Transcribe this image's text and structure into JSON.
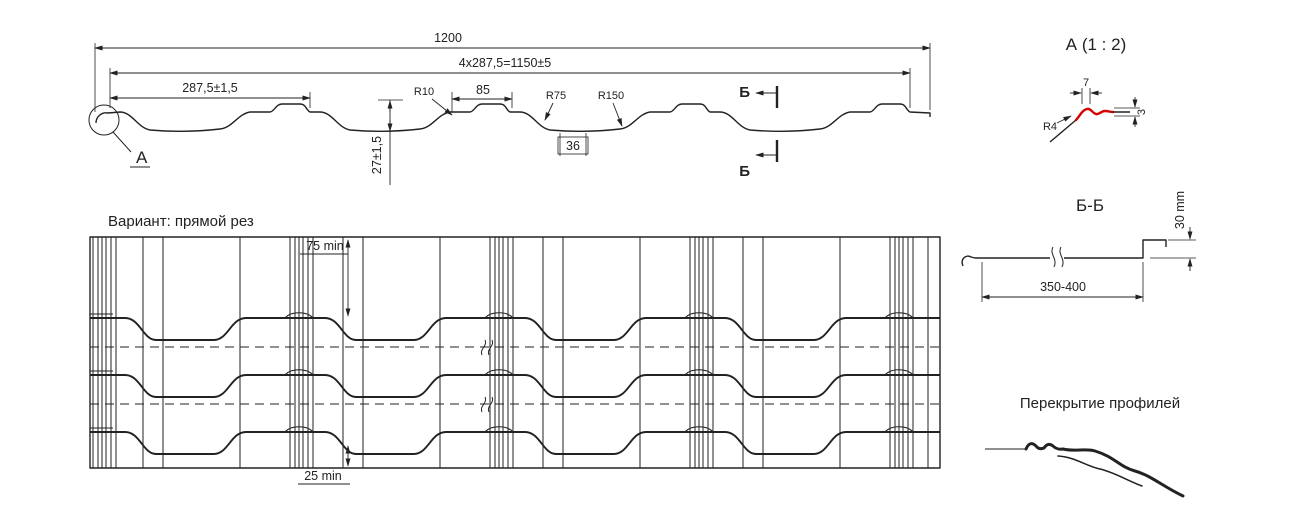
{
  "colors": {
    "background": "#ffffff",
    "line": "#222222",
    "highlight": "#d40000"
  },
  "profile_view": {
    "dim_total": "1200",
    "dim_modules": "4x287,5=1150±5",
    "dim_module": "287,5±1,5",
    "radius_r10": "R10",
    "dim_85": "85",
    "radius_r75": "R75",
    "radius_r150": "R150",
    "dim_height": "27±1,5",
    "dim_36": "36",
    "section_top": "Б",
    "section_bottom": "Б",
    "detail_mark": "А"
  },
  "plan_view": {
    "title": "Вариант: прямой рез",
    "dim_top": "75 min",
    "dim_bottom": "25 min"
  },
  "detail_a": {
    "title": "А (1 : 2)",
    "dim_width": "7",
    "dim_thickness": "3",
    "radius": "R4"
  },
  "section_bb": {
    "title": "Б-Б",
    "dim_length": "350-400",
    "dim_height": "30 mm"
  },
  "overlap": {
    "title": "Перекрытие профилей"
  }
}
